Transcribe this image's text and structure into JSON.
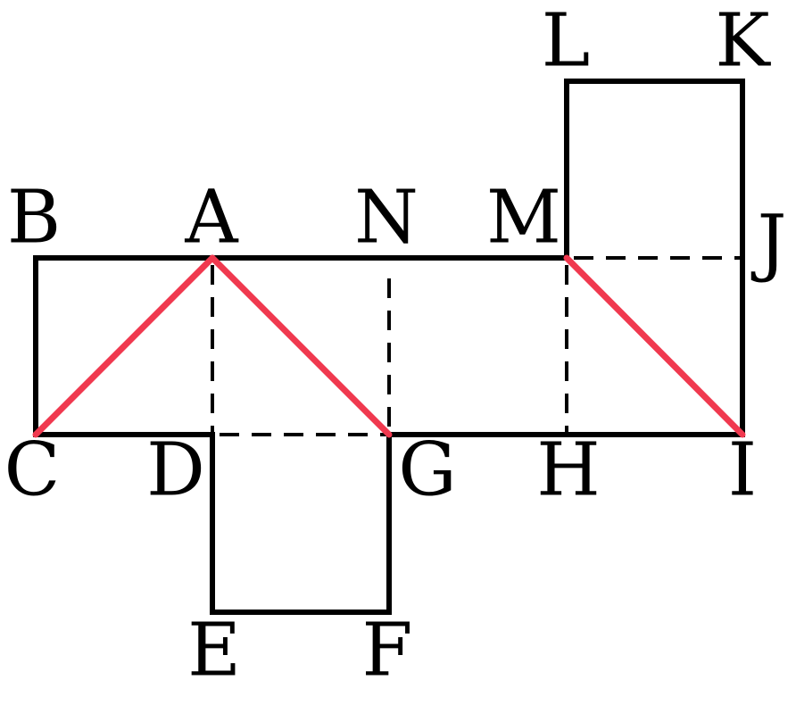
{
  "labels": {
    "A": "A",
    "B": "B",
    "C": "C",
    "D": "D",
    "E": "E",
    "F": "F",
    "G": "G",
    "H": "H",
    "I": "I",
    "J": "J",
    "K": "K",
    "L": "L",
    "M": "M",
    "N": "N"
  },
  "colors": {
    "outline": "#000000",
    "path": "#f0394f",
    "background": "#ffffff"
  }
}
